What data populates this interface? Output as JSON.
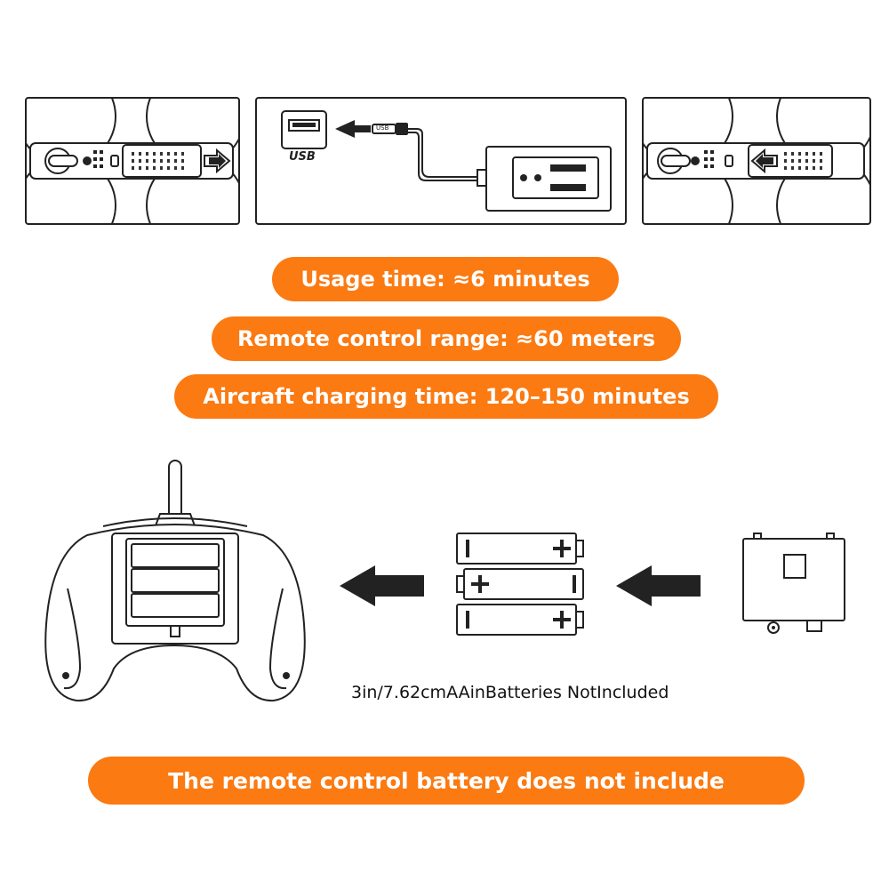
{
  "colors": {
    "accent": "#fb7a12",
    "line": "#222222"
  },
  "icons": {
    "usb_port": "usb-port-icon",
    "arrow": "arrow-left-icon",
    "battery": "aa-battery-icon",
    "controller": "remote-controller-icon",
    "cover": "battery-cover-icon"
  },
  "top_panels": {
    "usb_label": "USB",
    "cable_label": "USB"
  },
  "specs": {
    "usage_time": "Usage time: ≈6 minutes",
    "remote_range": "Remote control range: ≈60 meters",
    "charging_time": "Aircraft charging time: 120–150 minutes"
  },
  "battery_caption": "3in/7.62cmAAinBatteries NotIncluded",
  "footer_note": "The remote control battery does not include"
}
